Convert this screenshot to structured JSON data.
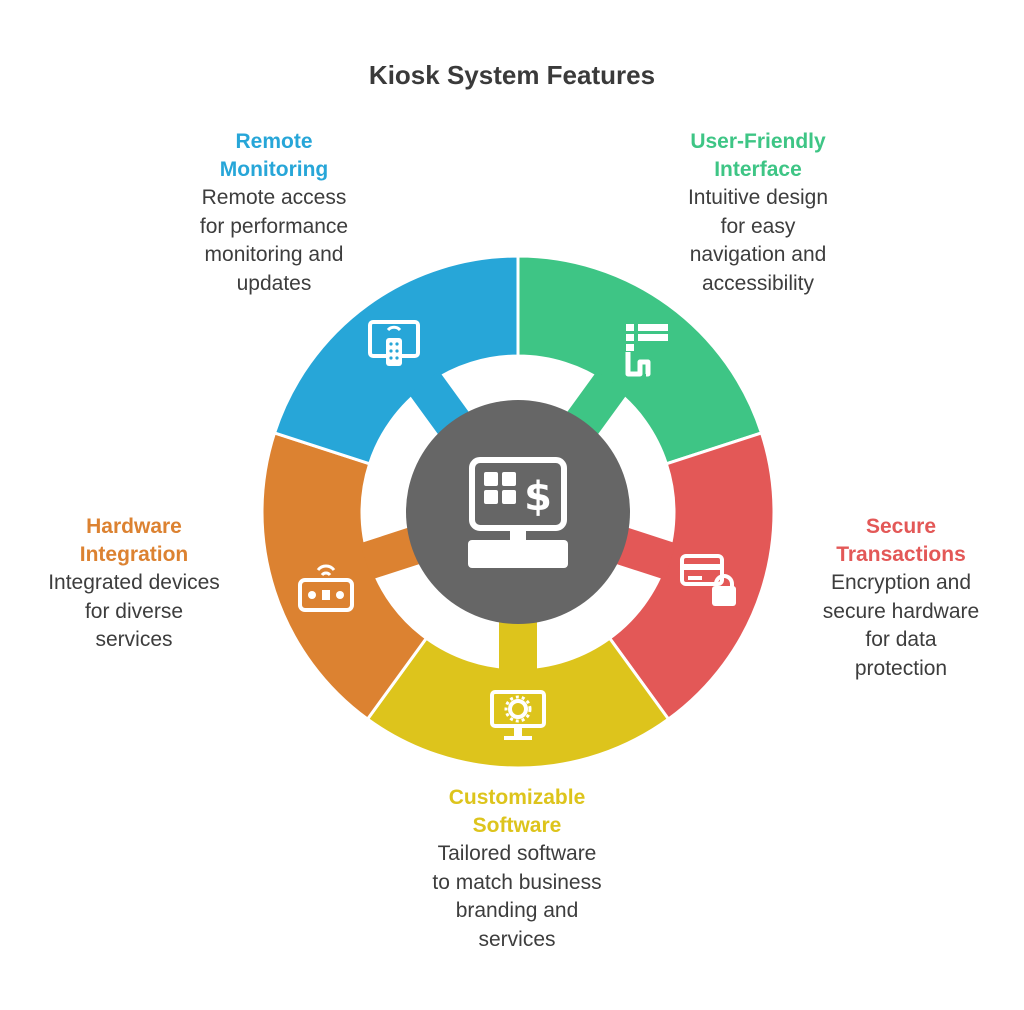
{
  "title": "Kiosk System Features",
  "center": {
    "icon": "kiosk-payment-terminal-icon",
    "color": "#666666"
  },
  "features": [
    {
      "key": "user-friendly-interface",
      "title_lines": [
        "User-Friendly",
        "Interface"
      ],
      "desc_lines": [
        "Intuitive design",
        "for easy",
        "navigation and",
        "accessibility"
      ],
      "color": "#3ec585",
      "icon": "touch-menu-icon"
    },
    {
      "key": "secure-transactions",
      "title_lines": [
        "Secure",
        "Transactions"
      ],
      "desc_lines": [
        "Encryption and",
        "secure hardware",
        "for data",
        "protection"
      ],
      "color": "#e35857",
      "icon": "card-lock-icon"
    },
    {
      "key": "customizable-software",
      "title_lines": [
        "Customizable",
        "Software"
      ],
      "desc_lines": [
        "Tailored software",
        "to match business",
        "branding and",
        "services"
      ],
      "color": "#ddc41c",
      "icon": "monitor-gear-icon"
    },
    {
      "key": "hardware-integration",
      "title_lines": [
        "Hardware",
        "Integration"
      ],
      "desc_lines": [
        "Integrated devices",
        "for diverse",
        "services"
      ],
      "color": "#dc8231",
      "icon": "device-wireless-icon"
    },
    {
      "key": "remote-monitoring",
      "title_lines": [
        "Remote",
        "Monitoring"
      ],
      "desc_lines": [
        "Remote access",
        "for performance",
        "monitoring and",
        "updates"
      ],
      "color": "#27a6d8",
      "icon": "remote-screen-icon"
    }
  ]
}
